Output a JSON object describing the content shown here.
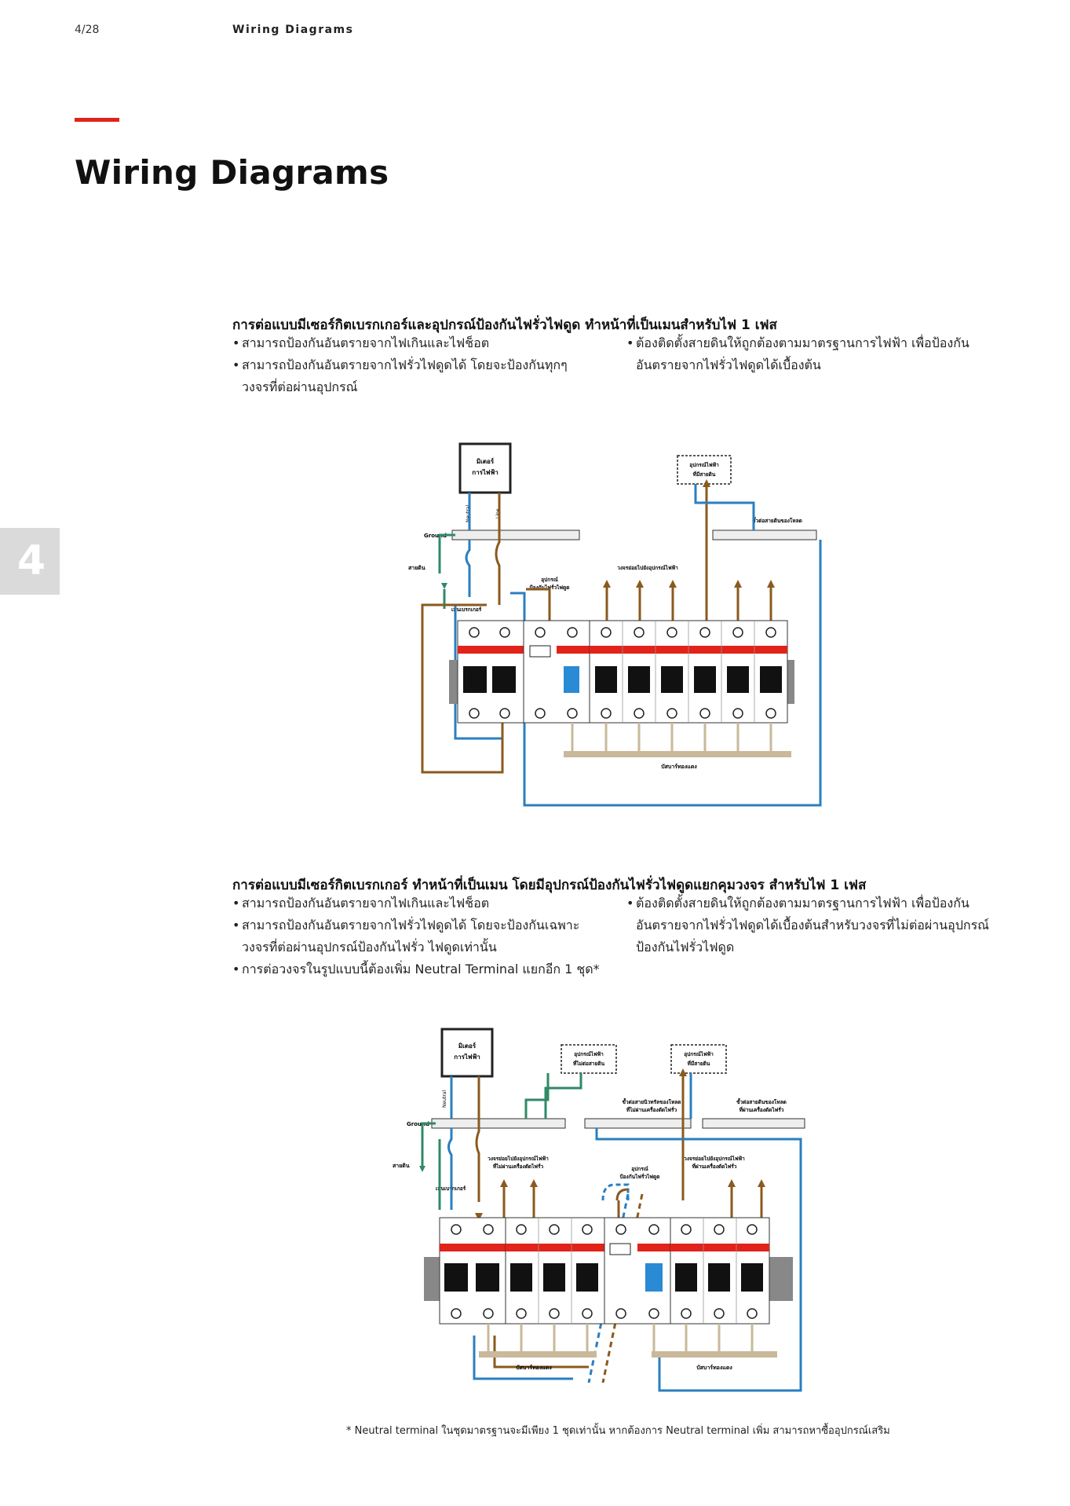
{
  "header": {
    "page_number": "4/28",
    "running_title": "Wiring Diagrams"
  },
  "page_title": "Wiring Diagrams",
  "section_tab": "4",
  "section1": {
    "heading": "การต่อแบบมีเซอร์กิตเบรกเกอร์และอุปกรณ์ป้องกันไฟรั่วไฟดูด ทำหน้าที่เป็นเมนสำหรับไฟ 1 เฟส",
    "left_bullets": [
      {
        "line1": "สามารถป้องกันอันตรายจากไฟเกินและไฟช็อต",
        "line2": ""
      },
      {
        "line1": "สามารถป้องกันอันตรายจากไฟรั่วไฟดูดได้ โดยจะป้องกันทุกๆ",
        "line2": "วงจรที่ต่อผ่านอุปกรณ์"
      }
    ],
    "right_bullets": [
      {
        "line1": "ต้องติดตั้งสายดินให้ถูกต้องตามมาตรฐานการไฟฟ้า เพื่อป้องกัน",
        "line2": "อันตรายจากไฟรั่วไฟดูดได้เบื้องต้น"
      }
    ]
  },
  "section2": {
    "heading": "การต่อแบบมีเซอร์กิตเบรกเกอร์ ทำหน้าที่เป็นเมน โดยมีอุปกรณ์ป้องกันไฟรั่วไฟดูดแยกคุมวงจร สำหรับไฟ 1 เฟส",
    "left_bullets": [
      {
        "line1": "สามารถป้องกันอันตรายจากไฟเกินและไฟช็อต",
        "line2": ""
      },
      {
        "line1": "สามารถป้องกันอันตรายจากไฟรั่วไฟดูดได้ โดยจะป้องกันเฉพาะ",
        "line2": "วงจรที่ต่อผ่านอุปกรณ์ป้องกันไฟรั่ว ไฟดูดเท่านั้น"
      },
      {
        "line1": "การต่อวงจรในรูปแบบนี้ต้องเพิ่ม Neutral Terminal แยกอีก 1 ชุด*",
        "line2": ""
      }
    ],
    "right_bullets": [
      {
        "line1": "ต้องติดตั้งสายดินให้ถูกต้องตามมาตรฐานการไฟฟ้า เพื่อป้องกัน",
        "line2": "อันตรายจากไฟรั่วไฟดูดได้เบื้องต้นสำหรับวงจรที่ไม่ต่อผ่านอุปกรณ์",
        "line3": "ป้องกันไฟรั่วไฟดูด"
      }
    ]
  },
  "diagram1": {
    "meter_label_1": "มิเตอร์",
    "meter_label_2": "การไฟฟ้า",
    "neutral_label": "Neutral",
    "line_label": "Line",
    "ground_label": "Ground",
    "earth_label": "สายดิน",
    "main_breaker_label": "เมนเบรกเกอร์",
    "rcd_label_1": "อุปกรณ์",
    "rcd_label_2": "ป้องกันไฟรั่วไฟดูด",
    "load_label": "วงจรย่อยไปยังอุปกรณ์ไฟฟ้า",
    "appliance_label_1": "อุปกรณ์ไฟฟ้า",
    "appliance_label_2": "ที่มีสายดิน",
    "ground_bar_label": "ขั้วต่อสายดินของโหลด",
    "busbar_label": "บัสบาร์ทองแดง"
  },
  "diagram2": {
    "meter_label_1": "มิเตอร์",
    "meter_label_2": "การไฟฟ้า",
    "neutral_label": "Neutral",
    "ground_label": "Ground",
    "earth_label": "สายดิน",
    "main_breaker_label": "เมนเบรกเกอร์",
    "rcd_label_1": "อุปกรณ์",
    "rcd_label_2": "ป้องกันไฟรั่วไฟดูด",
    "appliance_a_1": "อุปกรณ์ไฟฟ้า",
    "appliance_a_2": "ที่ไม่ต่อสายดิน",
    "appliance_b_1": "อุปกรณ์ไฟฟ้า",
    "appliance_b_2": "ที่มีสายดิน",
    "neutral_bar_1": "ขั้วต่อสายนิวทรัลของโหลด",
    "neutral_bar_2": "ที่ไม่ผ่านเครื่องตัดไฟรั่ว",
    "ground_bar_1": "ขั้วต่อสายดินของโหลด",
    "ground_bar_2": "ที่ผ่านเครื่องตัดไฟรั่ว",
    "load_a_1": "วงจรย่อยไปยังอุปกรณ์ไฟฟ้า",
    "load_a_2": "ที่ไม่ผ่านเครื่องตัดไฟรั่ว",
    "load_b_1": "วงจรย่อยไปยังอุปกรณ์ไฟฟ้า",
    "load_b_2": "ที่ผ่านเครื่องตัดไฟรั่ว",
    "busbar_left": "บัสบาร์ทองแดง",
    "busbar_right": "บัสบาร์ทองแดง"
  },
  "footnote": "* Neutral terminal ในชุดมาตรฐานจะมีเพียง 1 ชุดเท่านั้น หากต้องการ Neutral terminal เพิ่ม สามารถหาซื้ออุปกรณ์เสริม",
  "colors": {
    "accent_red": "#e1231a",
    "line_brown": "#8a5a1e",
    "neutral_blue": "#2a7fc0",
    "ground_green": "#2f8a66",
    "rcd_blue": "#2a8ad4",
    "busbar_tan": "#c9b99a"
  }
}
